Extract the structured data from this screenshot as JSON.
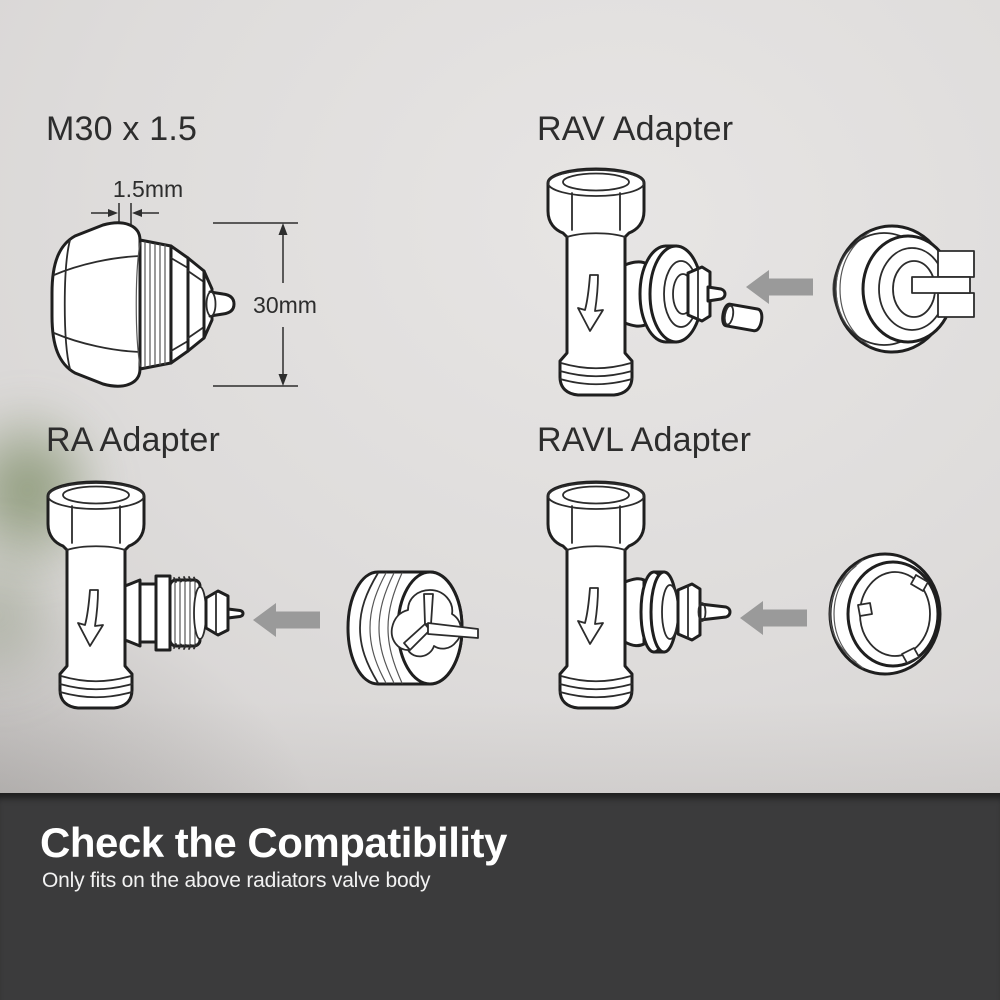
{
  "sections": {
    "m30": {
      "title": "M30 x 1.5",
      "pitch_label": "1.5mm",
      "diameter_label": "30mm"
    },
    "rav": {
      "title": "RAV Adapter"
    },
    "ra": {
      "title": "RA Adapter"
    },
    "ravl": {
      "title": "RAVL Adapter"
    }
  },
  "footer": {
    "title": "Check the Compatibility",
    "subtitle": "Only fits on the above radiators valve body"
  },
  "colors": {
    "footer_background": "#3b3b3c",
    "footer_title_text": "#ffffff",
    "footer_subtitle_text": "#f2f2f2",
    "label_text": "#2d2d2d",
    "arrow_gray": "#9a9a9a",
    "line_dark": "#1f1f1f",
    "background_light": "#d7d5d4"
  }
}
